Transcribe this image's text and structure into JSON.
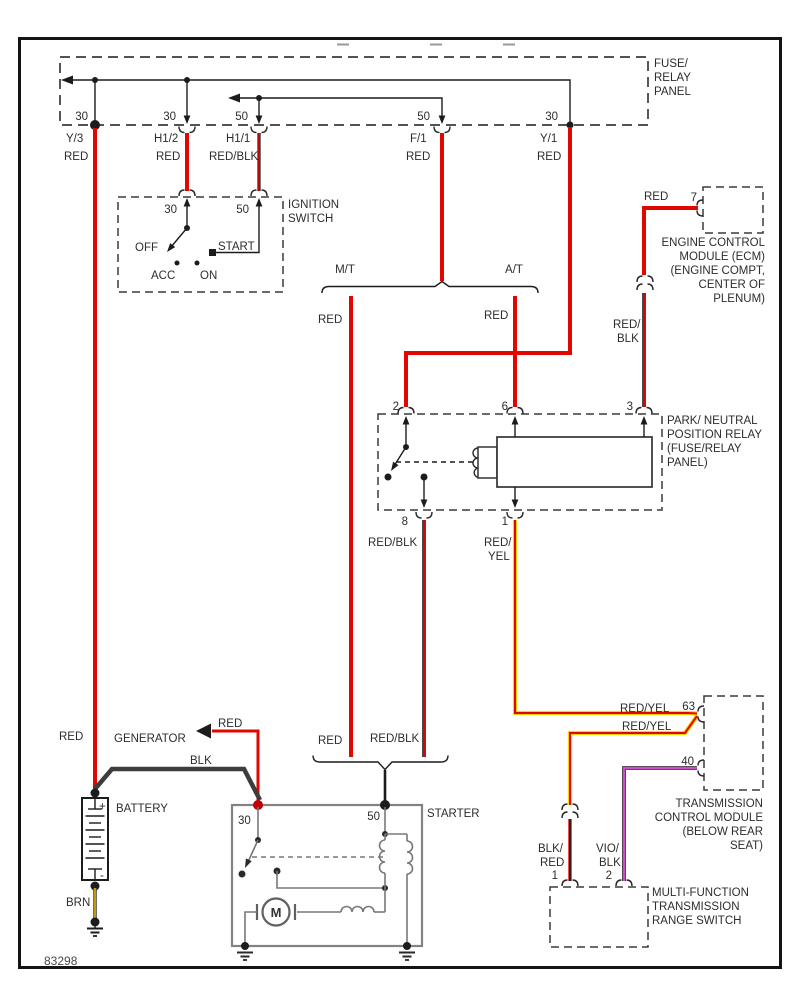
{
  "footer": {
    "diagram_number": "83298"
  },
  "colors": {
    "red": "#e10600",
    "red_black": "#d40505",
    "yellow": "#ffd400",
    "violet": "#c84fc8",
    "black_wire": "#3d3d3d",
    "brown": "#d2a500",
    "starter_gray": "#828282"
  },
  "fuse_panel": {
    "title": [
      "FUSE/",
      "RELAY",
      "PANEL"
    ],
    "pins": [
      {
        "terminal": "30",
        "id": "Y/3",
        "wire": "RED"
      },
      {
        "terminal": "30",
        "id": "H1/2",
        "wire": "RED"
      },
      {
        "terminal": "50",
        "id": "H1/1",
        "wire": "RED/BLK"
      },
      {
        "terminal": "50",
        "id": "F/1",
        "wire": "RED"
      },
      {
        "terminal": "30",
        "id": "Y/1",
        "wire": "RED"
      }
    ]
  },
  "ignition_switch": {
    "title": [
      "IGNITION",
      "SWITCH"
    ],
    "terminal_30": "30",
    "terminal_50": "50",
    "positions": {
      "off": "OFF",
      "acc": "ACC",
      "on": "ON",
      "start": "START"
    }
  },
  "ecm": {
    "title": [
      "ENGINE CONTROL",
      "MODULE (ECM)",
      "(ENGINE COMPT,",
      "CENTER OF",
      "PLENUM)"
    ],
    "pin": "7",
    "wire_upper": "RED",
    "wire_lower": [
      "RED/",
      "BLK"
    ]
  },
  "branch": {
    "mt": "M/T",
    "at": "A/T",
    "mt_wire": "RED",
    "at_wire": "RED"
  },
  "relay": {
    "title": [
      "PARK/ NEUTRAL",
      "POSITION RELAY",
      "(FUSE/RELAY",
      "PANEL)"
    ],
    "pin2": "2",
    "pin6": "6",
    "pin3": "3",
    "pin8": "8",
    "pin1": "1",
    "wire_pin8": "RED/BLK",
    "wire_pin1": [
      "RED/",
      "YEL"
    ]
  },
  "starter_branch": {
    "mt_wire": "RED",
    "relay_wire": "RED/BLK"
  },
  "generator": {
    "label": "GENERATOR",
    "wire": "RED"
  },
  "battery": {
    "label": "BATTERY",
    "plus": "+",
    "minus": "-",
    "feed_wire": "RED",
    "to_starter_wire": "BLK",
    "ground_wire": "BRN"
  },
  "starter": {
    "label": "STARTER",
    "terminal_30": "30",
    "terminal_50": "50",
    "motor": "M"
  },
  "tcm": {
    "title": [
      "TRANSMISSION",
      "CONTROL MODULE",
      "(BELOW REAR",
      "SEAT)"
    ],
    "pin63": "63",
    "pin40": "40",
    "wire63_upper": "RED/YEL",
    "wire63_lower": "RED/YEL"
  },
  "range_switch": {
    "title": [
      "MULTI-FUNCTION",
      "TRANSMISSION",
      "RANGE SWITCH"
    ],
    "pin1": "1",
    "pin2": "2",
    "wire1": [
      "BLK/",
      "RED"
    ],
    "wire2": [
      "VIO/",
      "BLK"
    ]
  }
}
